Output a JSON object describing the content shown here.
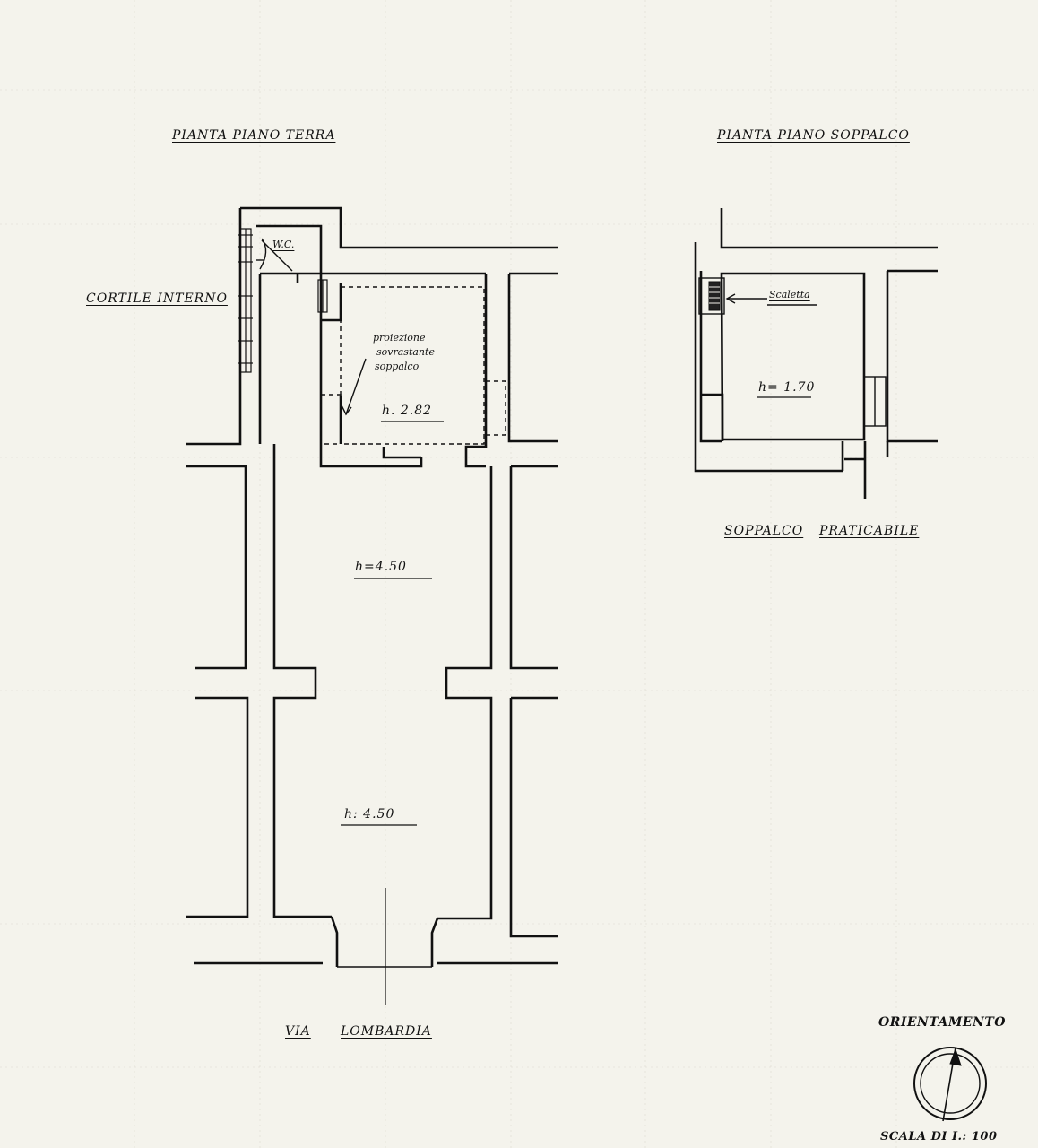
{
  "ground_floor": {
    "title": "PIANTA PIANO TERRA",
    "courtyard_label": "CORTILE INTERNO",
    "wc_label": "W.C.",
    "projection_note": [
      "proiezione",
      "sovrastante",
      "soppalco"
    ],
    "room_heights": [
      "h. 2.82",
      "h=4.50",
      "h: 4.50"
    ],
    "street_part1": "VIA",
    "street_part2": "LOMBARDIA"
  },
  "mezzanine": {
    "title": "PIANTA PIANO SOPPALCO",
    "stair_label": "Scaletta",
    "height": "h= 1.70",
    "subtitle_part1": "SOPPALCO",
    "subtitle_part2": "PRATICABILE"
  },
  "legend": {
    "orientation_label": "ORIENTAMENTO",
    "scale_label": "SCALA DI I.: 100"
  },
  "colors": {
    "paper": "#f4f3ec",
    "ink": "#111111",
    "grid": "#d6d4c8"
  },
  "icons": {
    "north_arrow": "compass-arrow-icon"
  }
}
